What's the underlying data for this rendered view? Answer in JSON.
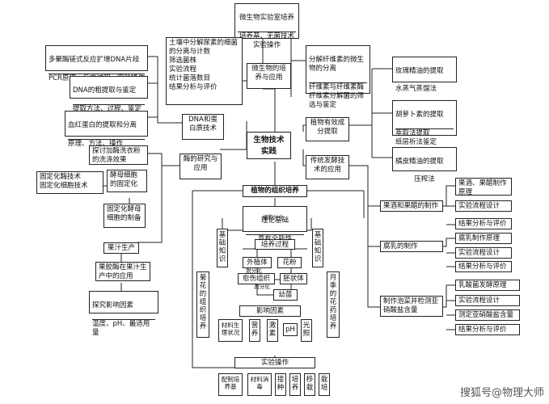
{
  "root": "生物技术实践",
  "top": {
    "lab": "微生物实验室培养",
    "lab_items": "培养基、无菌技术\n实验操作",
    "culture": "微生物的培养与应用",
    "soil": "土壤中分解尿素的细菌的分离与计数\n筛选菌株\n实验流程\n统计菌落数目\n结果分析与评价",
    "cellulose": "分解纤维素的微生物的分离",
    "cellulose_items": "纤维素与纤维素酶\n纤维素分解菌的筛选与鉴定"
  },
  "left": {
    "pcr": "多聚酶链式反应扩增DNA片段",
    "pcr_items": "PCR原理、反应过程、实验操作",
    "dna": "DNA的粗提取与鉴定",
    "dna_items": "提取方法、过程、鉴定",
    "blood": "血红蛋白的提取和分离",
    "blood_items": "原理、方法、操作",
    "dna_protein": "DNA和蛋白质技术",
    "enzyme": "酶的研究与应用",
    "washing": "探讨加酶洗衣粉的洗涤效果",
    "immob": "固定化酶技术\n固定化细胞技术",
    "yeast_fix": "酵母细胞的固定化",
    "yeast_make": "固定化酵母细胞的制备",
    "juice": "果汁生产",
    "pectinase": "果胶酶在果汁生产中的应用",
    "factors": "探究影响因素",
    "factors_items": "温度、pH、最适用量"
  },
  "right": {
    "plant": "植物有效成分提取",
    "rose": "玫瑰精油的提取",
    "rose_method": "水蒸气蒸馏法",
    "carrot": "胡萝卜素的提取",
    "carrot_methods": "萃取法提取\n纸层析法鉴定",
    "orange": "橘皮精油的提取",
    "orange_method": "压榨法",
    "ferment": "传统发酵技术的应用",
    "wine": "果酒和果醋的制作",
    "wine_items": [
      "果酒、果醋制作原理",
      "实验流程设计",
      "结果分析与评价"
    ],
    "sufu": "腐乳的制作",
    "sufu_items": [
      "腐乳制作原理",
      "实验流程设计",
      "结果分析与评价"
    ],
    "pickle": "制作泡菜并检测亚硝酸盐含量",
    "pickle_items": [
      "乳酸菌发酵原理",
      "实验流程设计",
      "测定亚硝酸盐含量",
      "结果分析与评价"
    ]
  },
  "tissue": {
    "title": "植物的组织培养",
    "theory": "理论基础",
    "cell_diff": "细胞分化",
    "totipotency": "具有全能性",
    "basic_left": "基础知识",
    "basic_right": "基础知识",
    "process": "培养过程",
    "explant": "外植体",
    "pollen": "花粉",
    "callus": "愈伤组织",
    "embryoid": "胚状体",
    "seedling": "幼苗",
    "dediff": "脱分化",
    "rediff": "再分化",
    "chrysanthemum": "菊花的组织培养",
    "moonflower": "月季的花药培养",
    "influence": "影响因素",
    "infl_items": [
      "材料生理状况",
      "营养",
      "激素",
      "pH",
      "光照"
    ],
    "operation": "实验操作",
    "op_items": [
      "配制培养基",
      "材料消毒",
      "接种",
      "培养",
      "移栽",
      "栽培"
    ]
  },
  "watermark": "搜狐号@物理大师"
}
